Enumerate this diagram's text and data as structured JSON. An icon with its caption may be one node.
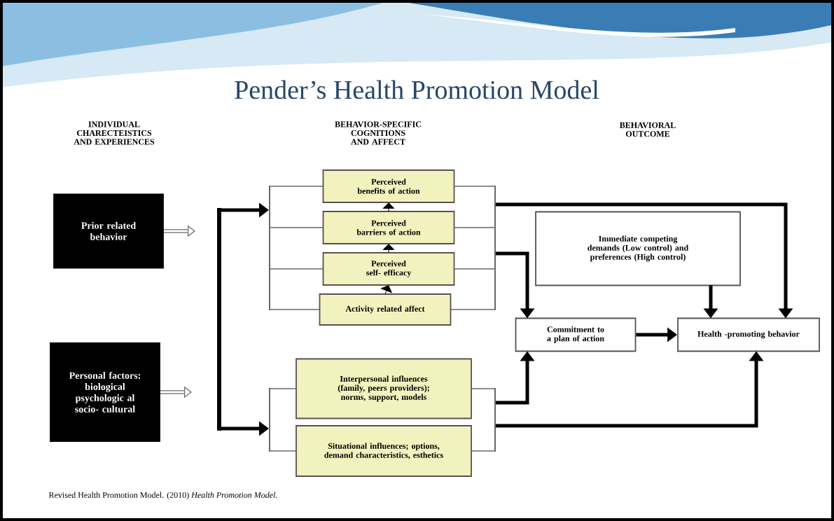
{
  "diagram": {
    "title": "Pender’s Health Promotion Model",
    "caption": "Revised Health Promotion Model. (2010) *Health Promotion Model.*",
    "nodes": [
      {
        "text": [
          "Prior related behavior"
        ]
      },
      {
        "text": [
          "Personal factors: biological psychologic al socio- cultural"
        ]
      },
      {
        "text": [
          "Perceived benefits of action"
        ]
      },
      {
        "text": [
          "Perceived barriers of action"
        ]
      },
      {
        "text": [
          "Perceived self- efficacy"
        ]
      },
      {
        "text": [
          "Activity related affect"
        ]
      },
      {
        "text": [
          "Interpersonal influences (family, peers providers); norms, support, models"
        ]
      },
      {
        "text": [
          "Situational influences; options, demand characteristics, esthetics"
        ]
      },
      {
        "text": [
          "Immediate competing demands (Low control) and preferences (High control)"
        ]
      },
      {
        "text": [
          "Commitment to a plan of action"
        ]
      },
      {
        "text": [
          "Health -promoting behavior"
        ]
      },
      {
        "text": [],
        "shape": "bar"
      },
      {
        "text": [],
        "shape": "bar"
      },
      {
        "text": [],
        "shape": "bar"
      },
      {
        "text": [],
        "shape": "bar"
      },
      {
        "text": [],
        "shape": "bar"
      }
    ],
    "edges": [
      {
        "from": 0,
        "to": null,
        "arrow": "to",
        "style": "thick"
      },
      {
        "from": 1,
        "to": null,
        "arrow": "to",
        "style": "thick"
      },
      {
        "from": 15,
        "to": 11,
        "arrow": "to",
        "style": "thick",
        "color": "#000000"
      },
      {
        "from": 15,
        "to": 12,
        "arrow": "to",
        "style": "thick",
        "color": "#000000"
      },
      {
        "from": 11,
        "to": 2,
        "arrow": "none"
      },
      {
        "from": 11,
        "to": 3,
        "arrow": "none"
      },
      {
        "from": 11,
        "to": 4,
        "arrow": "none"
      },
      {
        "from": 11,
        "to": 5,
        "arrow": "none"
      },
      {
        "from": 12,
        "to": 6,
        "arrow": "none"
      },
      {
        "from": 12,
        "to": 7,
        "arrow": "none"
      },
      {
        "from": 5,
        "to": 4,
        "arrow": "to",
        "color": "#000000"
      },
      {
        "from": 4,
        "to": 3,
        "arrow": "to",
        "color": "#000000"
      },
      {
        "from": 3,
        "to": 2,
        "arrow": "to",
        "color": "#000000"
      },
      {
        "from": 2,
        "to": 13,
        "arrow": "none"
      },
      {
        "from": 3,
        "to": 13,
        "arrow": "none"
      },
      {
        "from": 4,
        "to": 13,
        "arrow": "none"
      },
      {
        "from": 5,
        "to": 13,
        "arrow": "none"
      },
      {
        "from": 6,
        "to": 14,
        "arrow": "none"
      },
      {
        "from": 7,
        "to": 14,
        "arrow": "none"
      },
      {
        "from": 13,
        "to": 10,
        "arrow": "to",
        "style": "thick",
        "color": "#000000"
      },
      {
        "from": 13,
        "to": 9,
        "arrow": "to",
        "style": "thick",
        "color": "#000000"
      },
      {
        "from": 14,
        "to": 9,
        "arrow": "to",
        "style": "thick",
        "color": "#000000"
      },
      {
        "from": 14,
        "to": 10,
        "arrow": "to",
        "style": "thick",
        "color": "#000000"
      },
      {
        "from": 8,
        "to": 10,
        "arrow": "to",
        "style": "thick",
        "color": "#000000"
      },
      {
        "from": 9,
        "to": 10,
        "arrow": "to",
        "style": "thick",
        "color": "#000000"
      }
    ],
    "labels": [
      "INDIVIDUAL CHARECTEISTICS AND EXPERIENCES",
      "BEHAVIOR-SPECIFIC COGNITIONS AND AFFECT",
      "BEHAVIORAL OUTCOME"
    ]
  }
}
